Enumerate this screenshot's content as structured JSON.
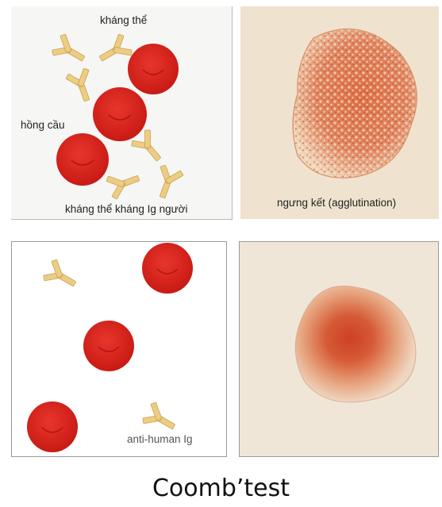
{
  "panels": {
    "top_left": {
      "label_antibody": "kháng thể",
      "label_rbc": "hồng cầu",
      "label_anti_ig": "kháng thể kháng Ig người"
    },
    "top_right": {
      "label": "ngưng kết (agglutination)"
    },
    "bottom_left": {
      "label": "anti-human Ig"
    }
  },
  "caption": "Coomb’test",
  "colors": {
    "rbc": "#d9251e",
    "antibody": "#e9c778",
    "agglutination": "#d8613a",
    "negative_spot": "#d24a2a"
  }
}
